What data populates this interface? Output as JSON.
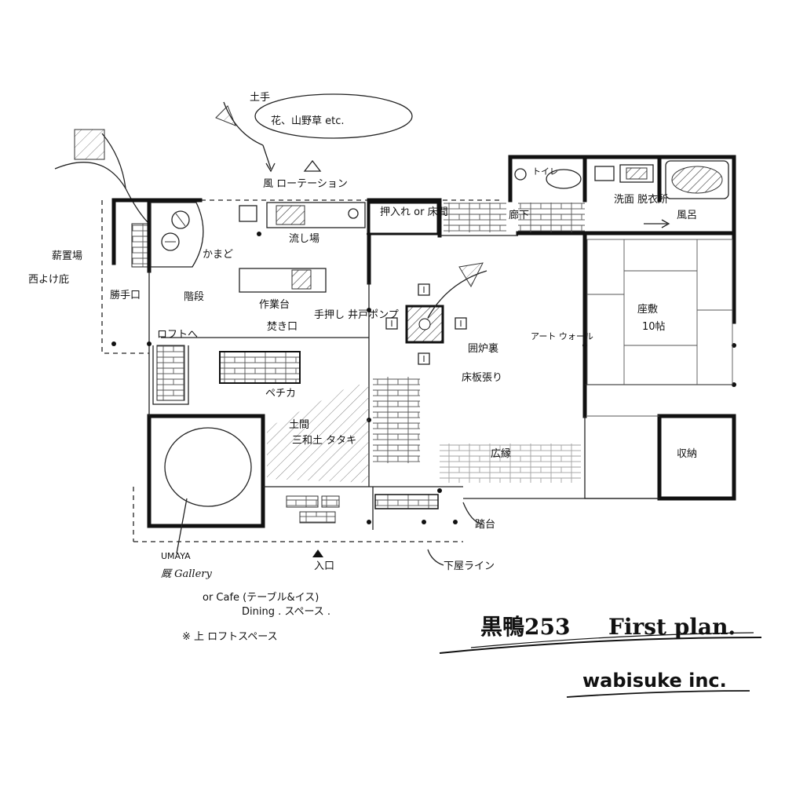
{
  "title": {
    "main": "黒鴨253",
    "sub": "First plan.",
    "brand": "wabisuke inc."
  },
  "labels": {
    "top_note_1": "土手",
    "top_note_2": "花、山野草 etc.",
    "wind_rotation": "風 ローテーション",
    "toilet": "トイレ",
    "corridor": "廊下",
    "washroom": "洗面 脱衣所",
    "bath": "風呂",
    "closet": "押入れ or 床間",
    "sink": "流し場",
    "kamado": "かまど",
    "firewood": "薪置場",
    "west_eave": "西よけ庇",
    "kitchen_door": "勝手口",
    "counter": "作業台",
    "hand_pump": "手押し 井戸ポンプ",
    "loft_to": "ロフトへ",
    "ladder": "階段",
    "fire_opening": "焚き口",
    "pechka": "ペチカ",
    "irori": "囲炉裏",
    "art_wall": "アート ウォール",
    "board_floor": "床板張り",
    "zashiki": "座敷",
    "tatami": "10帖",
    "doma": "土間",
    "tataki": "三和土 タタキ",
    "hiroen": "広縁",
    "storage": "収納",
    "step": "踏台",
    "entrance": "入口",
    "floor_line": "下屋ライン",
    "gallery_1": "UMAYA",
    "gallery_2": "厩 Gallery",
    "gallery_3": "or Cafe (テーブル&イス)",
    "gallery_4": "Dining . スペース .",
    "loft_note": "※ 上 ロフトスペース"
  }
}
